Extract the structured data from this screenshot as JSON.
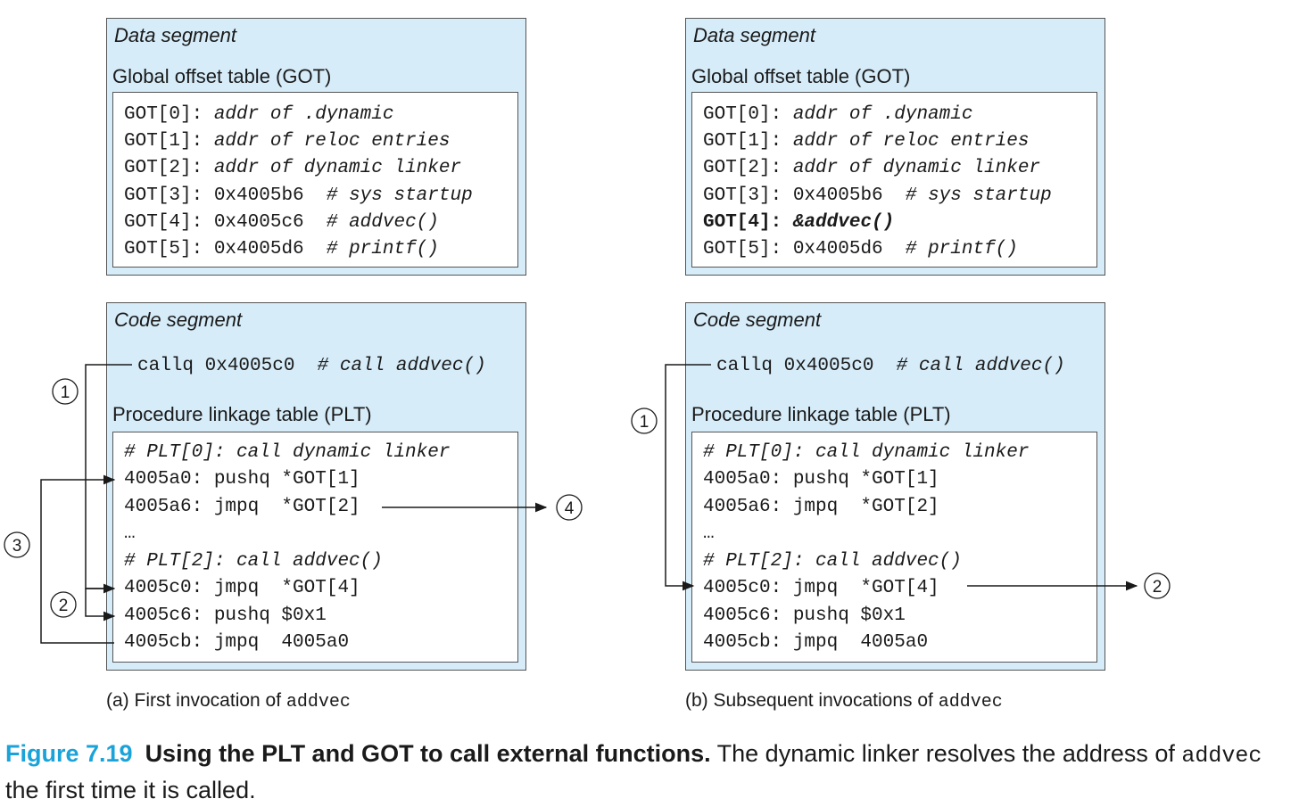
{
  "panels": [
    {
      "data_segment_title": "Data segment",
      "got_title": "Global offset table (GOT)",
      "got_lines": [
        {
          "label": "GOT[0]: ",
          "value": "addr of .dynamic",
          "comment": ""
        },
        {
          "label": "GOT[1]: ",
          "value": "addr of reloc entries",
          "comment": ""
        },
        {
          "label": "GOT[2]: ",
          "value": "addr of dynamic linker",
          "comment": ""
        },
        {
          "label": "GOT[3]: ",
          "value": "0x4005b6  ",
          "comment": "# sys startup"
        },
        {
          "label": "GOT[4]: ",
          "value": "0x4005c6  ",
          "comment": "# addvec()"
        },
        {
          "label": "GOT[5]: ",
          "value": "0x4005d6  ",
          "comment": "# printf()"
        }
      ],
      "code_segment_title": "Code segment",
      "callq": "callq 0x4005c0  ",
      "callq_comment": "# call addvec()",
      "plt_title": "Procedure linkage table (PLT)",
      "plt_lines": [
        {
          "text": "",
          "comment": "# PLT[0]: call dynamic linker"
        },
        {
          "text": "4005a0: pushq *GOT[1]",
          "comment": ""
        },
        {
          "text": "4005a6: jmpq  *GOT[2]",
          "comment": ""
        },
        {
          "text": "…",
          "comment": ""
        },
        {
          "text": "",
          "comment": "# PLT[2]: call addvec()"
        },
        {
          "text": "4005c0: jmpq  *GOT[4]",
          "comment": ""
        },
        {
          "text": "4005c6: pushq $0x1",
          "comment": ""
        },
        {
          "text": "4005cb: jmpq  4005a0",
          "comment": ""
        }
      ],
      "caption_prefix": "(a) First invocation of ",
      "caption_code": "addvec",
      "step_labels": [
        "1",
        "2",
        "3",
        "4"
      ]
    },
    {
      "data_segment_title": "Data segment",
      "got_title": "Global offset table (GOT)",
      "got_lines": [
        {
          "label": "GOT[0]: ",
          "value": "addr of .dynamic",
          "comment": ""
        },
        {
          "label": "GOT[1]: ",
          "value": "addr of reloc entries",
          "comment": ""
        },
        {
          "label": "GOT[2]: ",
          "value": "addr of dynamic linker",
          "comment": ""
        },
        {
          "label": "GOT[3]: ",
          "value": "0x4005b6  ",
          "comment": "# sys startup"
        },
        {
          "label": "GOT[4]: ",
          "value": "&addvec()",
          "comment": "",
          "bold": true
        },
        {
          "label": "GOT[5]: ",
          "value": "0x4005d6  ",
          "comment": "# printf()"
        }
      ],
      "code_segment_title": "Code segment",
      "callq": "callq 0x4005c0  ",
      "callq_comment": "# call addvec()",
      "plt_title": "Procedure linkage table (PLT)",
      "plt_lines": [
        {
          "text": "",
          "comment": "# PLT[0]: call dynamic linker"
        },
        {
          "text": "4005a0: pushq *GOT[1]",
          "comment": ""
        },
        {
          "text": "4005a6: jmpq  *GOT[2]",
          "comment": ""
        },
        {
          "text": "…",
          "comment": ""
        },
        {
          "text": "",
          "comment": "# PLT[2]: call addvec()"
        },
        {
          "text": "4005c0: jmpq  *GOT[4]",
          "comment": ""
        },
        {
          "text": "4005c6: pushq $0x1",
          "comment": ""
        },
        {
          "text": "4005cb: jmpq  4005a0",
          "comment": ""
        }
      ],
      "caption_prefix": "(b) Subsequent invocations of ",
      "caption_code": "addvec",
      "step_labels": [
        "1",
        "2"
      ]
    }
  ],
  "figure": {
    "number": "Figure 7.19",
    "title": "Using the PLT and GOT to call external functions.",
    "text_before_code": " The dynamic linker resolves the address of ",
    "code": "addvec",
    "text_after_code": " the first time it is called.",
    "number_color": "#1aa3d9"
  },
  "colors": {
    "segment_fill": "#d6ecf9",
    "border": "#555555",
    "text": "#1a1a1a"
  }
}
